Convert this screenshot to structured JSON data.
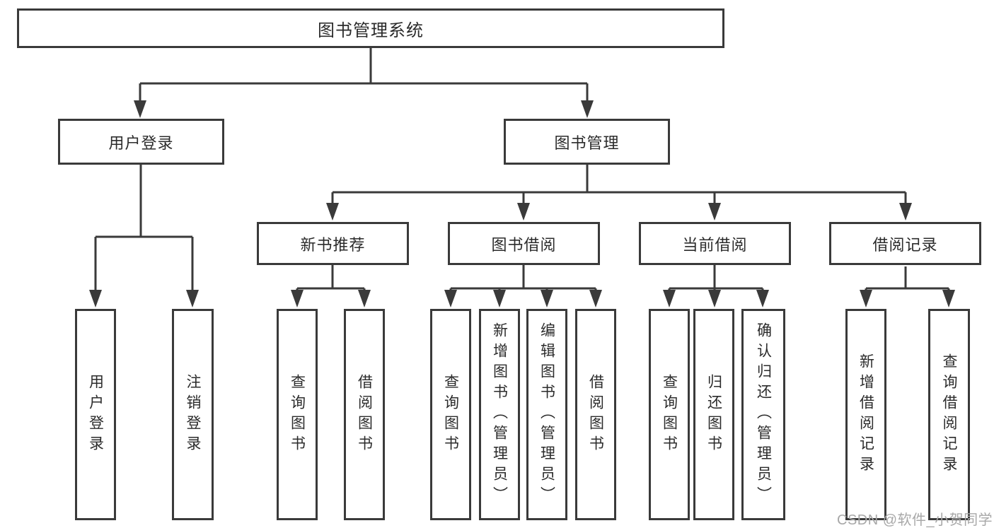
{
  "tree": {
    "root": {
      "label": "图书管理系统"
    },
    "level2": [
      {
        "label": "用户登录"
      },
      {
        "label": "图书管理"
      }
    ],
    "level3": [
      {
        "label": "新书推荐"
      },
      {
        "label": "图书借阅"
      },
      {
        "label": "当前借阅"
      },
      {
        "label": "借阅记录"
      }
    ],
    "leaves": {
      "user_login": [
        {
          "label": "用户登录"
        },
        {
          "label": "注销登录"
        }
      ],
      "new_book_recommend": [
        {
          "label": "查询图书"
        },
        {
          "label": "借阅图书"
        }
      ],
      "book_borrow": [
        {
          "label": "查询图书"
        },
        {
          "label": "新增图书（管理员）"
        },
        {
          "label": "编辑图书（管理员）"
        },
        {
          "label": "借阅图书"
        }
      ],
      "current_borrow": [
        {
          "label": "查询图书"
        },
        {
          "label": "归还图书"
        },
        {
          "label": "确认归还（管理员）"
        }
      ],
      "borrow_records": [
        {
          "label": "新增借阅记录"
        },
        {
          "label": "查询借阅记录"
        }
      ]
    }
  },
  "watermark": {
    "text": "CSDN @软件_小贺同学"
  },
  "colors": {
    "line": "#3a3a3a",
    "box_border": "#3a3a3a",
    "box_background": "#ffffff",
    "text": "#2b2b2b",
    "watermark_text": "#a8a8a8"
  }
}
